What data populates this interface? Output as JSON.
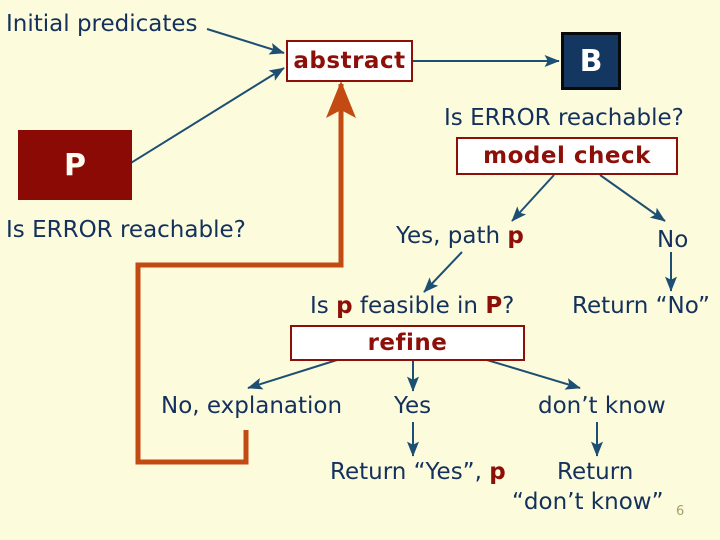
{
  "slide": {
    "background_color": "#FCFBDC",
    "page_number": "6"
  },
  "palette": {
    "navy_text": "#13315C",
    "dark_red": "#8C1008",
    "box_dark_red_fill": "#8C0A06",
    "box_navy_fill": "#143761",
    "orange_loop": "#C34A12",
    "arrow_navy": "#1D4F74",
    "page_number_gray": "#A8A06A"
  },
  "labels": {
    "initial_predicates": "Initial predicates",
    "is_error_reachable_left": "Is ERROR reachable?",
    "is_error_reachable_right": "Is ERROR reachable?",
    "yes_path_prefix": "Yes, path ",
    "yes_path_symbol": "p",
    "no": "No",
    "is_p_feasible_pre": "Is ",
    "is_p_feasible_p": "p",
    "is_p_feasible_mid": " feasible in ",
    "is_p_feasible_P": "P",
    "is_p_feasible_post": "?",
    "return_no": "Return “No”",
    "no_explanation": "No, explanation",
    "yes": "Yes",
    "dont_know": "don’t know",
    "return_yes_prefix": "Return “Yes”, ",
    "return_yes_symbol": "p",
    "return_line1": "Return",
    "return_line2": "“don’t know”"
  },
  "boxes": {
    "program_P": "P",
    "abstract": "abstract",
    "boolean_B": "B",
    "model_check": "model check",
    "refine": "refine"
  }
}
